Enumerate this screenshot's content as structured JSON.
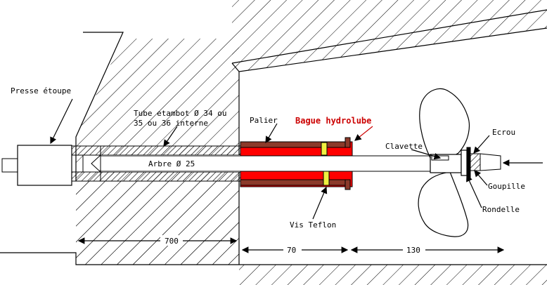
{
  "labels": {
    "presse": "Presse étoupe",
    "tube_line1": "Tube etambot Ø 34 ou",
    "tube_line2": "35 ou 36 interne",
    "palier": "Palier",
    "bague": "Bague hydrolube",
    "clavette": "Clavette",
    "ecrou": "Ecrou",
    "arbre": "Arbre Ø 25",
    "goupille": "Goupille",
    "rondelle": "Rondelle",
    "vis": "Vis Teflon"
  },
  "dimensions": {
    "d700": "700",
    "d70": "70",
    "d130": "130"
  },
  "colors": {
    "bearing_red": "#ff0000",
    "bronze": "#8b3a2a",
    "teflon": "#f0f040",
    "label_red": "#cc0000"
  }
}
